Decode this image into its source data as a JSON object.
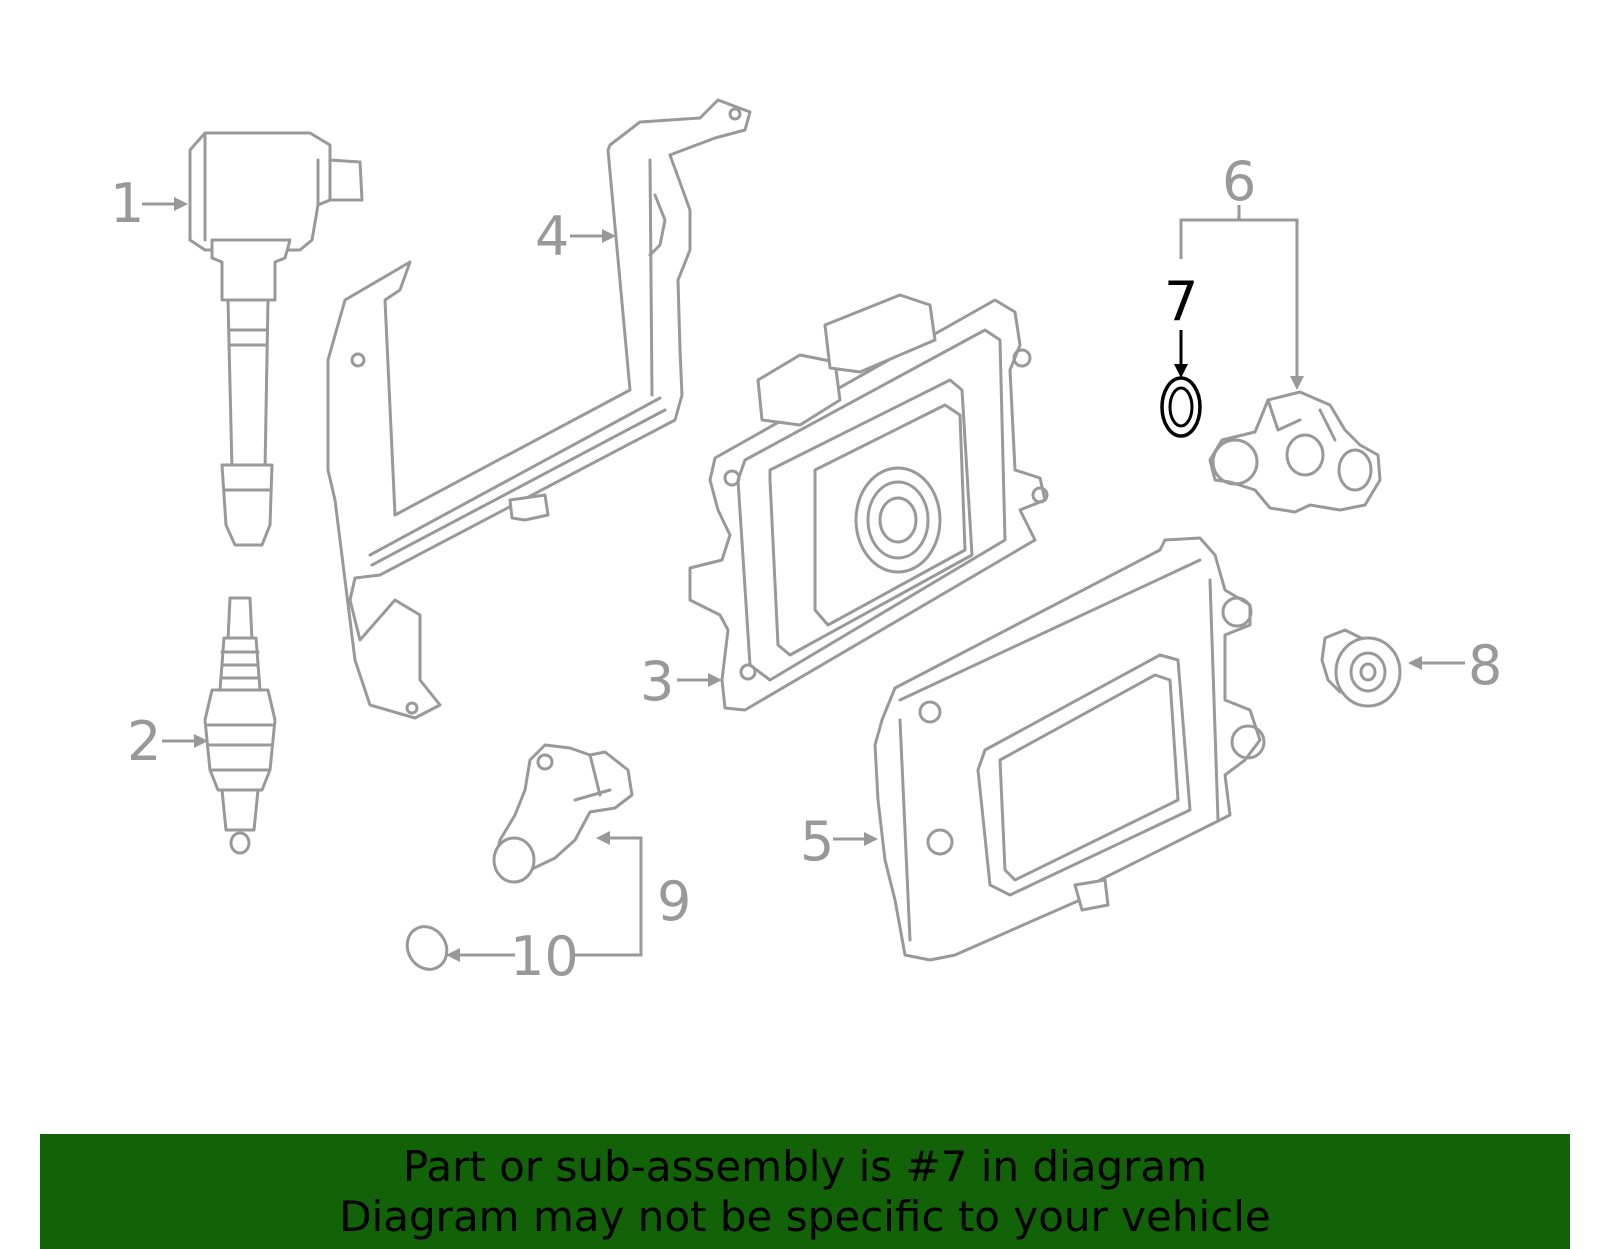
{
  "callouts": {
    "c1": "1",
    "c2": "2",
    "c3": "3",
    "c4": "4",
    "c5": "5",
    "c6": "6",
    "c7": "7",
    "c8": "8",
    "c9": "9",
    "c10": "10"
  },
  "highlighted_part": "7",
  "colors": {
    "line": "#999999",
    "highlight": "#000000",
    "banner_bg": "#126208"
  },
  "banner": {
    "line1": "Part or sub-assembly is #7 in diagram",
    "line2": "Diagram may not be specific to your vehicle"
  }
}
